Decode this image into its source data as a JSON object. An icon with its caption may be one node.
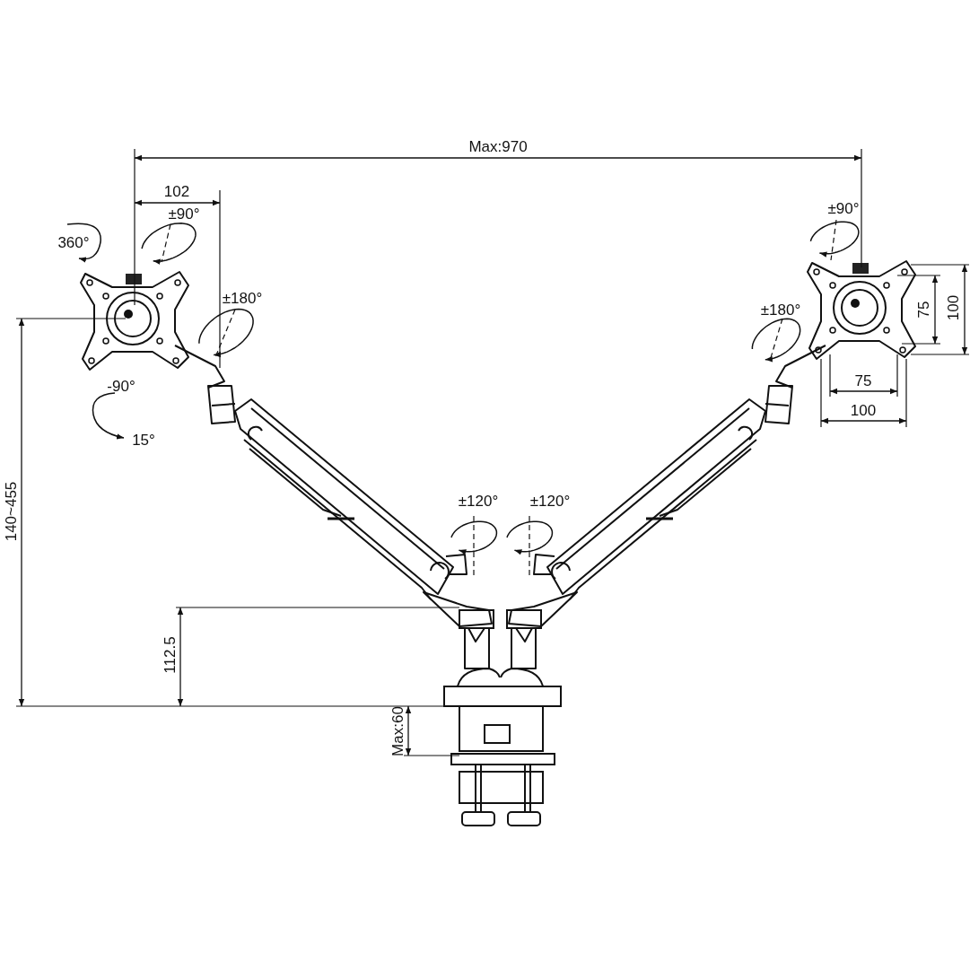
{
  "diagram": {
    "labels": [
      "Max:970",
      "102",
      "±90°",
      "±90°",
      "360°",
      "±180°",
      "±180°",
      "100",
      "75",
      "-90°",
      "75",
      "15°",
      "100",
      "±120°",
      "±120°",
      "140~455",
      "112.5",
      "Max:60"
    ]
  }
}
